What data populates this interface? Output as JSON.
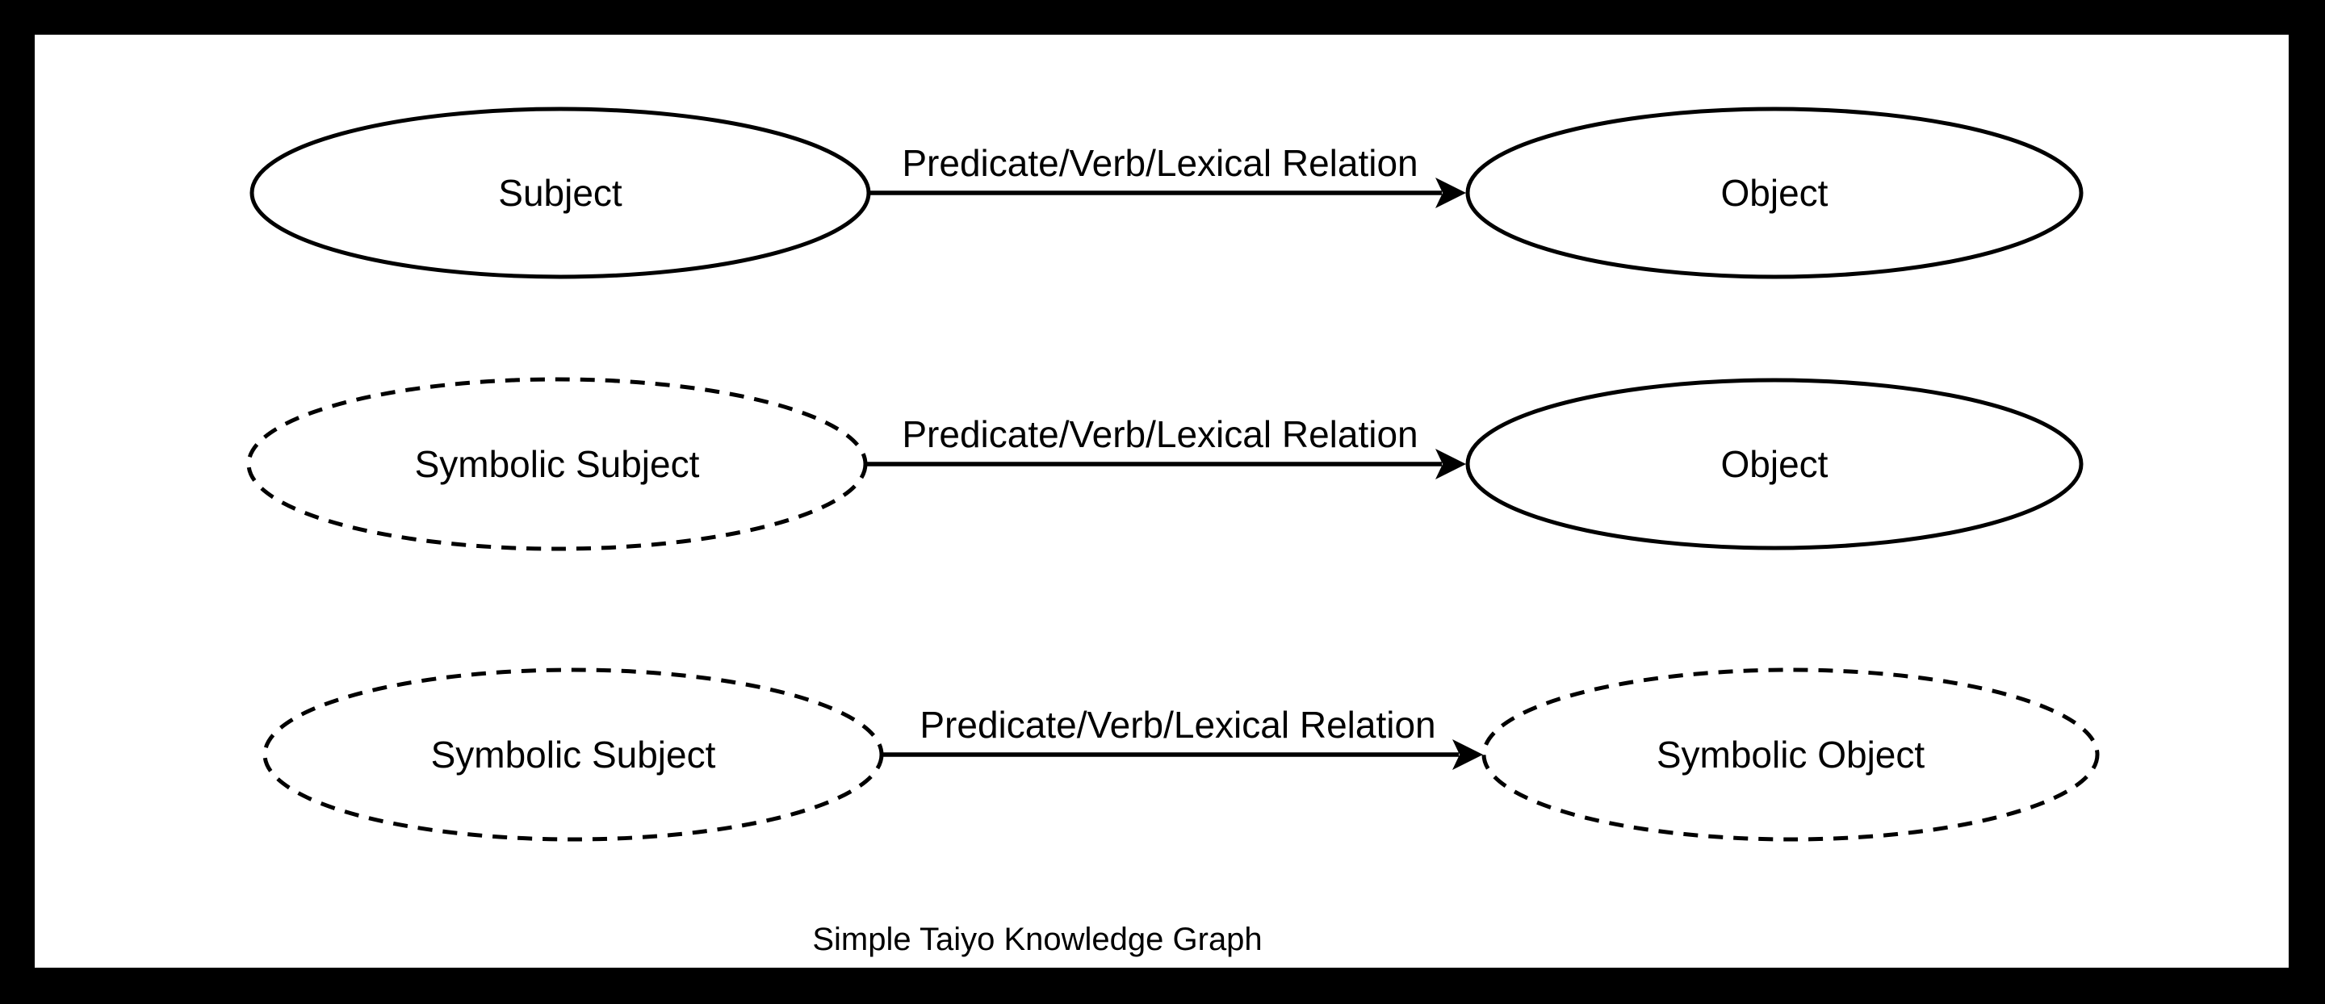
{
  "diagram": {
    "caption": "Simple Taiyo Knowledge Graph",
    "colors": {
      "frame": "#000000",
      "canvas": "#ffffff",
      "stroke": "#000000",
      "node_fill": "#ffffff"
    },
    "rows": [
      {
        "subject": {
          "label": "Subject",
          "style": "solid"
        },
        "predicate": {
          "label": "Predicate/Verb/Lexical Relation"
        },
        "object": {
          "label": "Object",
          "style": "solid"
        }
      },
      {
        "subject": {
          "label": "Symbolic Subject",
          "style": "dashed"
        },
        "predicate": {
          "label": "Predicate/Verb/Lexical Relation"
        },
        "object": {
          "label": "Object",
          "style": "solid"
        }
      },
      {
        "subject": {
          "label": "Symbolic Subject",
          "style": "dashed"
        },
        "predicate": {
          "label": "Predicate/Verb/Lexical Relation"
        },
        "object": {
          "label": "Symbolic Object",
          "style": "dashed"
        }
      }
    ]
  }
}
